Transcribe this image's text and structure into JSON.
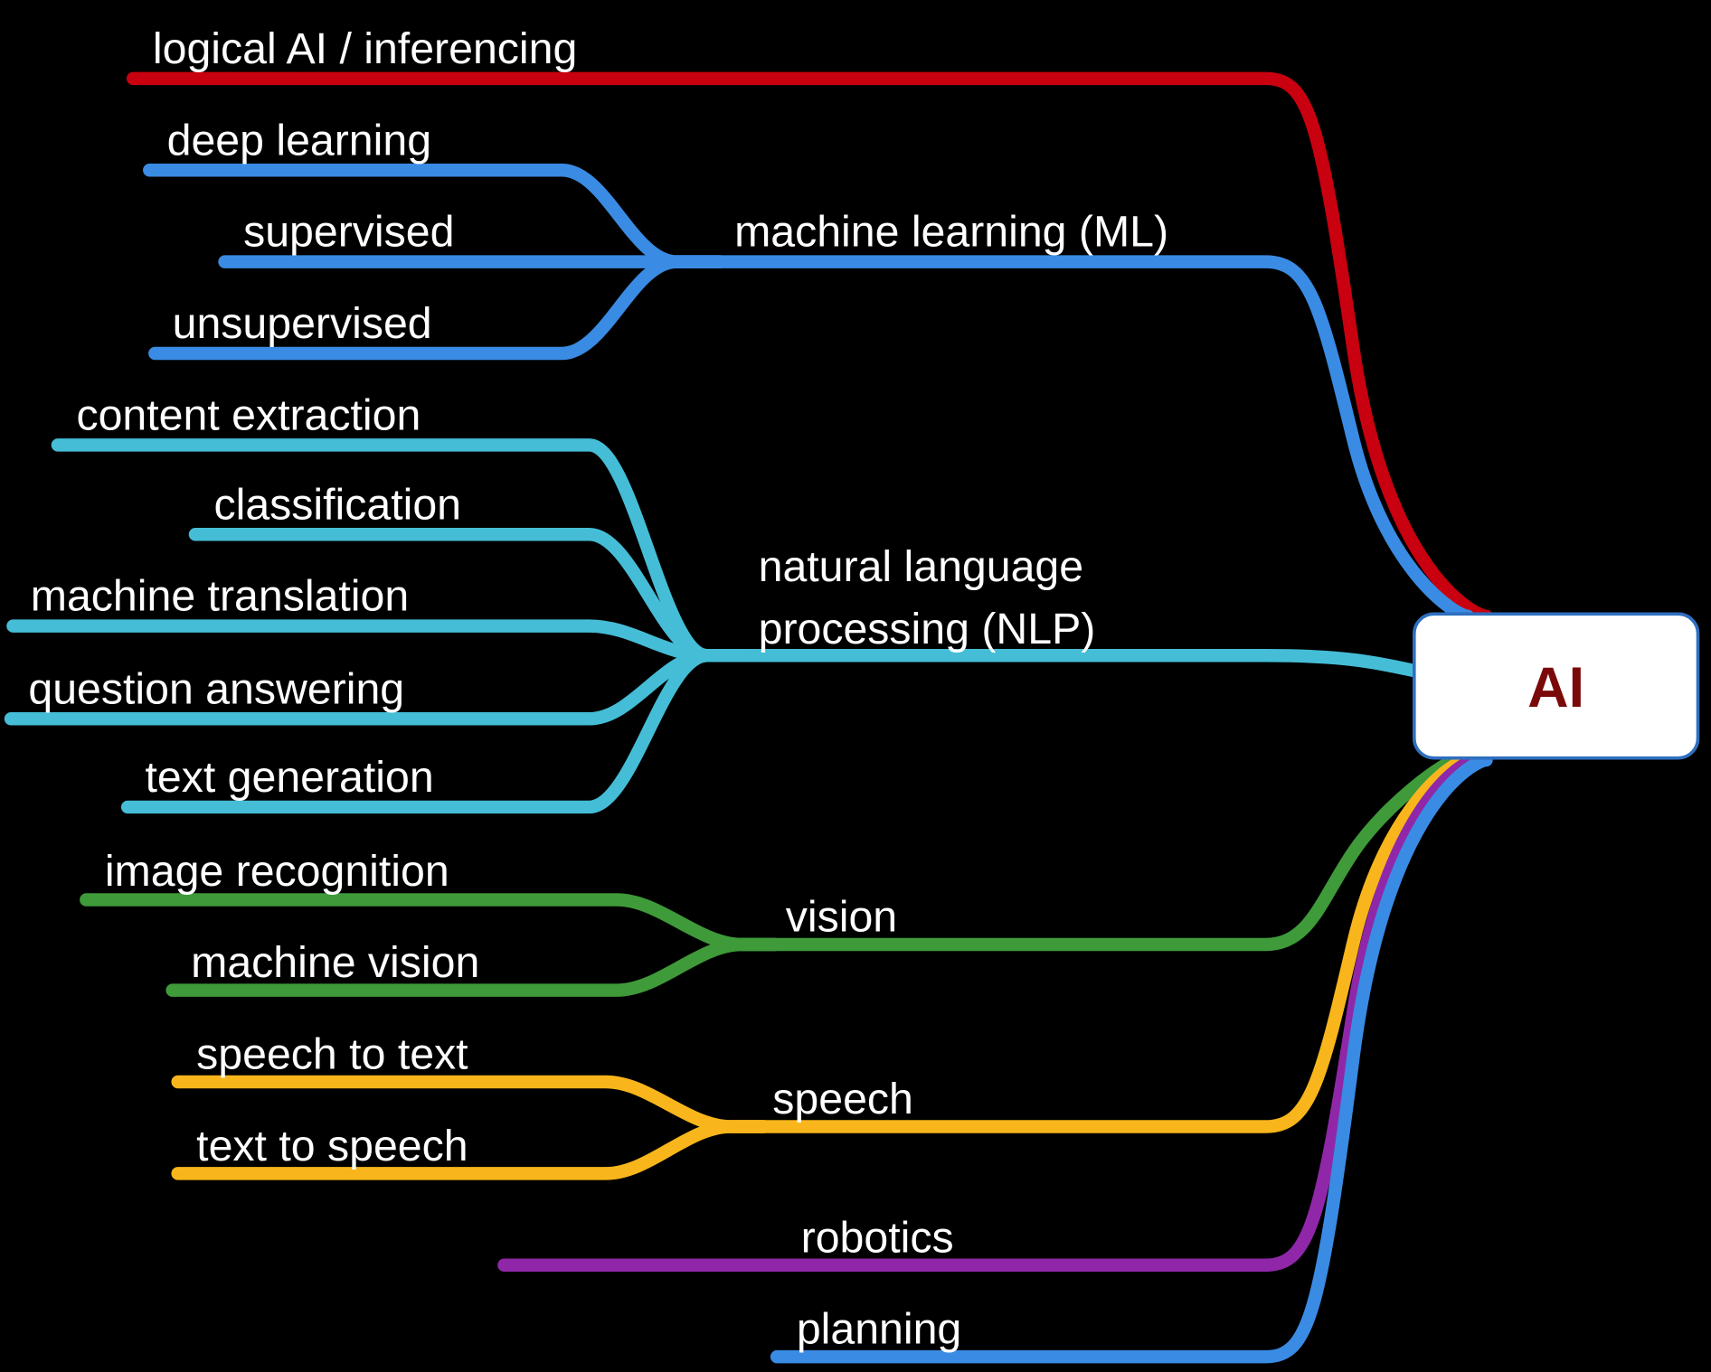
{
  "root": {
    "label": "AI",
    "text_color": "#7a0a0a",
    "fill": "#ffffff",
    "border": "#2f6fbf"
  },
  "branches": [
    {
      "id": "logical",
      "label": "logical AI / inferencing",
      "color": "#c8000f",
      "children": []
    },
    {
      "id": "ml",
      "label": "machine learning (ML)",
      "color": "#3a8be3",
      "children": [
        "deep learning",
        "supervised",
        "unsupervised"
      ]
    },
    {
      "id": "nlp",
      "label": "natural language processing (NLP)",
      "label_lines": [
        "natural language",
        "processing (NLP)"
      ],
      "color": "#45bdd6",
      "children": [
        "content extraction",
        "classification",
        "machine translation",
        "question answering",
        "text generation"
      ]
    },
    {
      "id": "vision",
      "label": "vision",
      "color": "#3f9a3a",
      "children": [
        "image recognition",
        "machine vision"
      ]
    },
    {
      "id": "speech",
      "label": "speech",
      "color": "#f8b61c",
      "children": [
        "speech to text",
        "text to speech"
      ]
    },
    {
      "id": "robotics",
      "label": "robotics",
      "color": "#9027a8",
      "children": []
    },
    {
      "id": "planning",
      "label": "planning",
      "color": "#3a8be3",
      "children": []
    }
  ]
}
